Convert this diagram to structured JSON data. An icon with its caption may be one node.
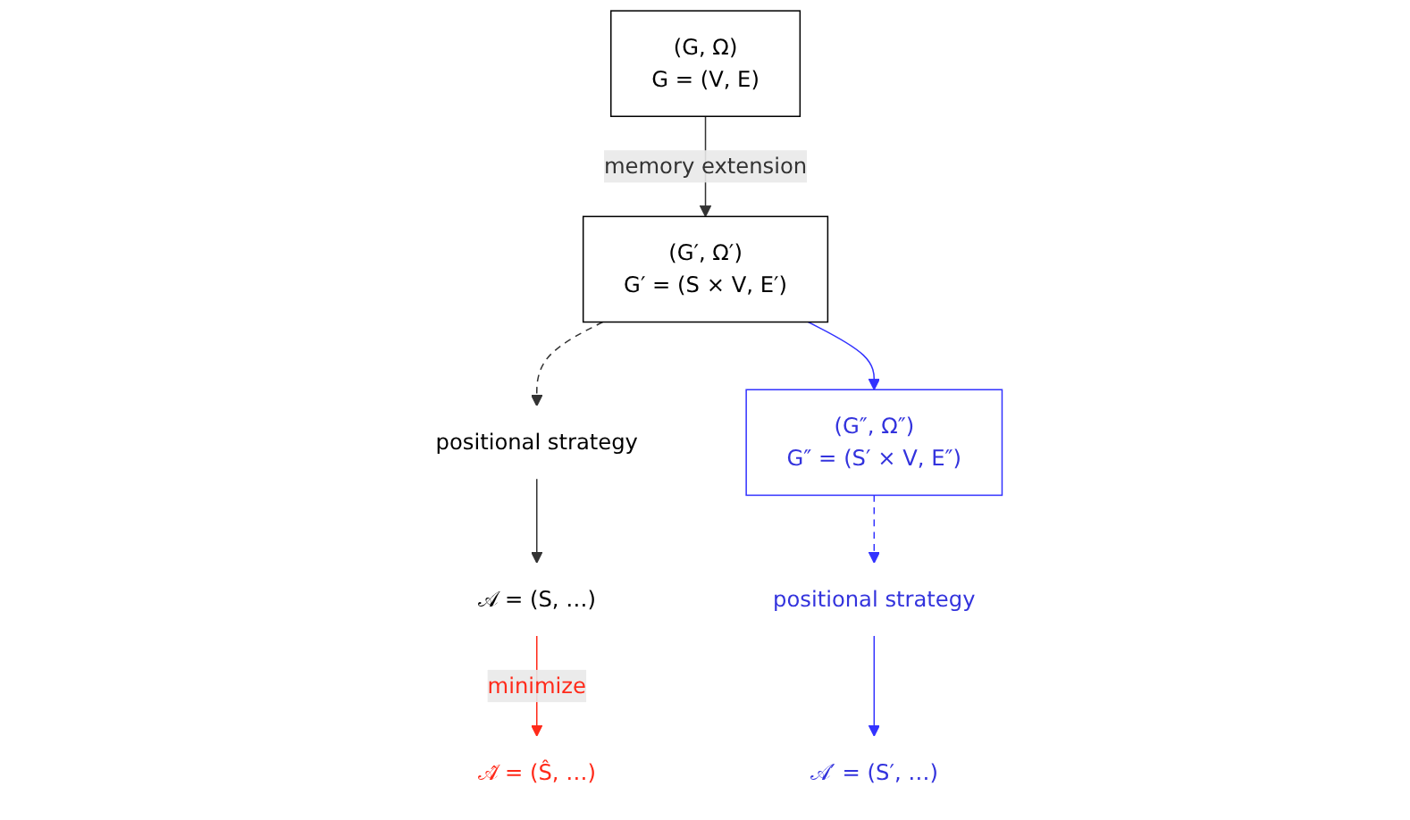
{
  "diagram": {
    "nodes": [
      {
        "text": [
          "(G, Ω)",
          "G = (V, E)"
        ]
      },
      {
        "text": [
          "(G′, Ω′)",
          "G′ = (S × V, E′)"
        ]
      },
      {
        "text": [
          "positional strategy"
        ]
      },
      {
        "text": [
          "𝒜 = (S, …)"
        ]
      },
      {
        "text": [
          "(G″, Ω″)",
          "G″ = (S′ × V, E″)"
        ]
      },
      {
        "text": [
          "positional strategy"
        ]
      },
      {
        "text": [
          "𝒜′ = (S′, …)"
        ]
      },
      {
        "text": [
          "𝒜̂ = (Ŝ, …)"
        ]
      }
    ],
    "edges": [
      {
        "from": 0,
        "to": 1,
        "arrow": "to",
        "label": "memory extension"
      },
      {
        "from": 1,
        "to": 2,
        "arrow": "to",
        "style": "dashed"
      },
      {
        "from": 2,
        "to": 3,
        "arrow": "to"
      },
      {
        "from": 3,
        "to": 7,
        "arrow": "to",
        "label": "minimize",
        "color": "#ff2a1a"
      },
      {
        "from": 1,
        "to": 4,
        "arrow": "to",
        "color": "#3333ff"
      },
      {
        "from": 4,
        "to": 5,
        "arrow": "to",
        "style": "dashed",
        "color": "#3333ff"
      },
      {
        "from": 5,
        "to": 6,
        "arrow": "to",
        "color": "#3333ff"
      }
    ]
  }
}
